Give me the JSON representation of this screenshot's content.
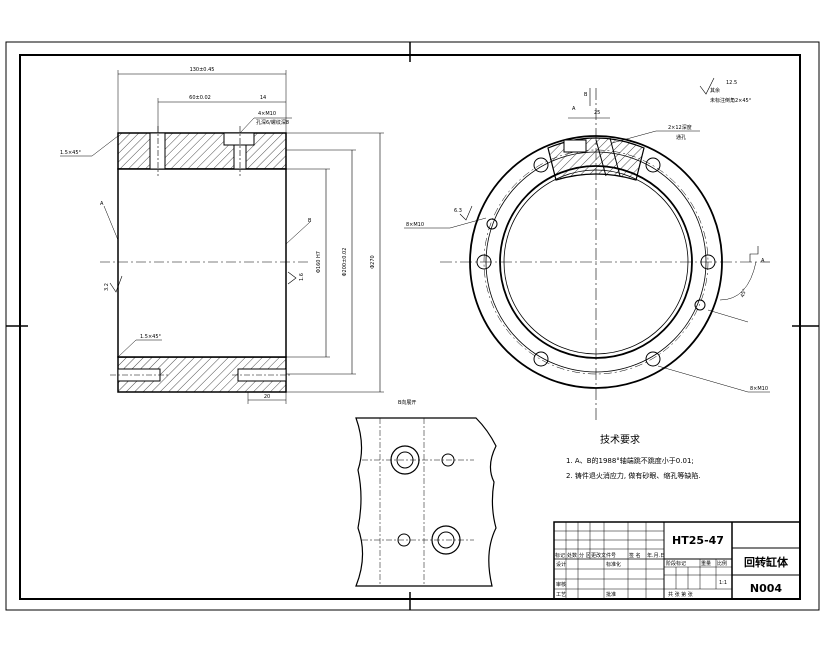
{
  "tech_requirements": {
    "title": "技术要求",
    "item1": "1. A、B的1988°轴端跳不跳度小于0.01;",
    "item2": "2. 铸件退火消应力, 做有砂眼、缩孔等缺陷."
  },
  "view_label": "B向展开",
  "surface_note": {
    "roughness": "12.5",
    "line1": "其余",
    "line2": "未标注倒角2×45°"
  },
  "side_view": {
    "overall_width": "130±0.45",
    "slot_pos": "60±0.02",
    "slot_w": "14",
    "hole_note": "4×M10",
    "hole_depth": "孔深6/螺纹深8",
    "chamfer_top": "1.5×45°",
    "chamfer_bot": "1.5×45°",
    "label_a": "A",
    "label_b": "B",
    "roughness_left": "3.2",
    "roughness_right": "1.6",
    "inner_dia": "Φ160 H7",
    "outer_dia": "Φ200±0.02",
    "flange_dia": "Φ270",
    "bottom_dim": "20"
  },
  "front_view": {
    "label_b": "B",
    "slot_a": "A",
    "slot_w": "25",
    "slot_note": "2×12深度",
    "slot_depth": "通孔",
    "holes_left": "8×M10",
    "holes_right": "8×M10",
    "roughness": "6.3",
    "angle": "45°",
    "datum": "A"
  },
  "title_block": {
    "material": "HT25-47",
    "part_name": "回转缸体",
    "drawing_no": "N004",
    "scale": "1:1",
    "header_cells": [
      "标记",
      "处数",
      "分 区",
      "更改文件号",
      "签 名",
      "年.月.日"
    ],
    "design_label": "设计",
    "std_label": "标准化",
    "review_label": "审核",
    "process_label": "工艺",
    "approve_label": "批准",
    "stage_label": "阶段标记",
    "weight_label": "重量",
    "scale_label": "比例",
    "sheets_label": "共 张  第 张"
  }
}
